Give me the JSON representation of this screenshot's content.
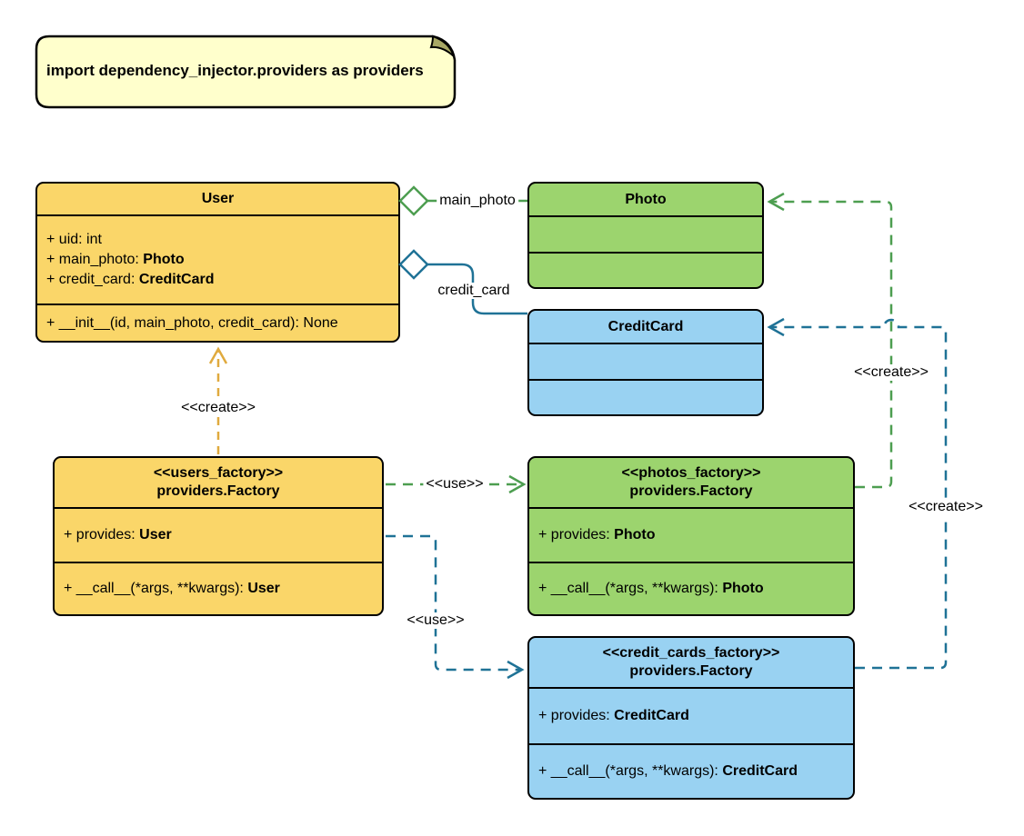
{
  "note": {
    "text": "import dependency_injector.providers as providers"
  },
  "colors": {
    "class_yellow_fill": "#FAD669",
    "class_green_fill": "#9CD46E",
    "class_blue_fill": "#99D2F2",
    "note_fill": "#FFFFCC",
    "edge_orange": "#E0AA3E",
    "edge_green": "#4D9E50",
    "edge_teal": "#1F7296",
    "border": "#000000"
  },
  "classes": {
    "user": {
      "title": "User",
      "attributes": [
        {
          "prefix": "+ uid: int",
          "type": ""
        },
        {
          "prefix": "+ main_photo: ",
          "type": "Photo"
        },
        {
          "prefix": "+ credit_card: ",
          "type": "CreditCard"
        }
      ],
      "methods": [
        {
          "prefix": "+ __init__(id, main_photo, credit_card): None",
          "type": ""
        }
      ]
    },
    "photo": {
      "title": "Photo"
    },
    "credit_card": {
      "title": "CreditCard"
    },
    "users_factory": {
      "stereotype": "<<users_factory>>",
      "title": "providers.Factory",
      "attributes": [
        {
          "prefix": "+ provides: ",
          "type": "User"
        }
      ],
      "methods": [
        {
          "prefix": "+ __call__(*args, **kwargs): ",
          "type": "User"
        }
      ]
    },
    "photos_factory": {
      "stereotype": "<<photos_factory>>",
      "title": "providers.Factory",
      "attributes": [
        {
          "prefix": "+ provides: ",
          "type": "Photo"
        }
      ],
      "methods": [
        {
          "prefix": "+ __call__(*args, **kwargs): ",
          "type": "Photo"
        }
      ]
    },
    "credit_cards_factory": {
      "stereotype": "<<credit_cards_factory>>",
      "title": "providers.Factory",
      "attributes": [
        {
          "prefix": "+ provides: ",
          "type": "CreditCard"
        }
      ],
      "methods": [
        {
          "prefix": "+ __call__(*args, **kwargs): ",
          "type": "CreditCard"
        }
      ]
    }
  },
  "edges": {
    "main_photo": {
      "label": "main_photo"
    },
    "credit_card": {
      "label": "credit_card"
    },
    "create_user": {
      "label": "<<create>>"
    },
    "use_photos": {
      "label": "<<use>>"
    },
    "use_credit_cards": {
      "label": "<<use>>"
    },
    "create_photo": {
      "label": "<<create>>"
    },
    "create_credit_card": {
      "label": "<<create>>"
    }
  }
}
